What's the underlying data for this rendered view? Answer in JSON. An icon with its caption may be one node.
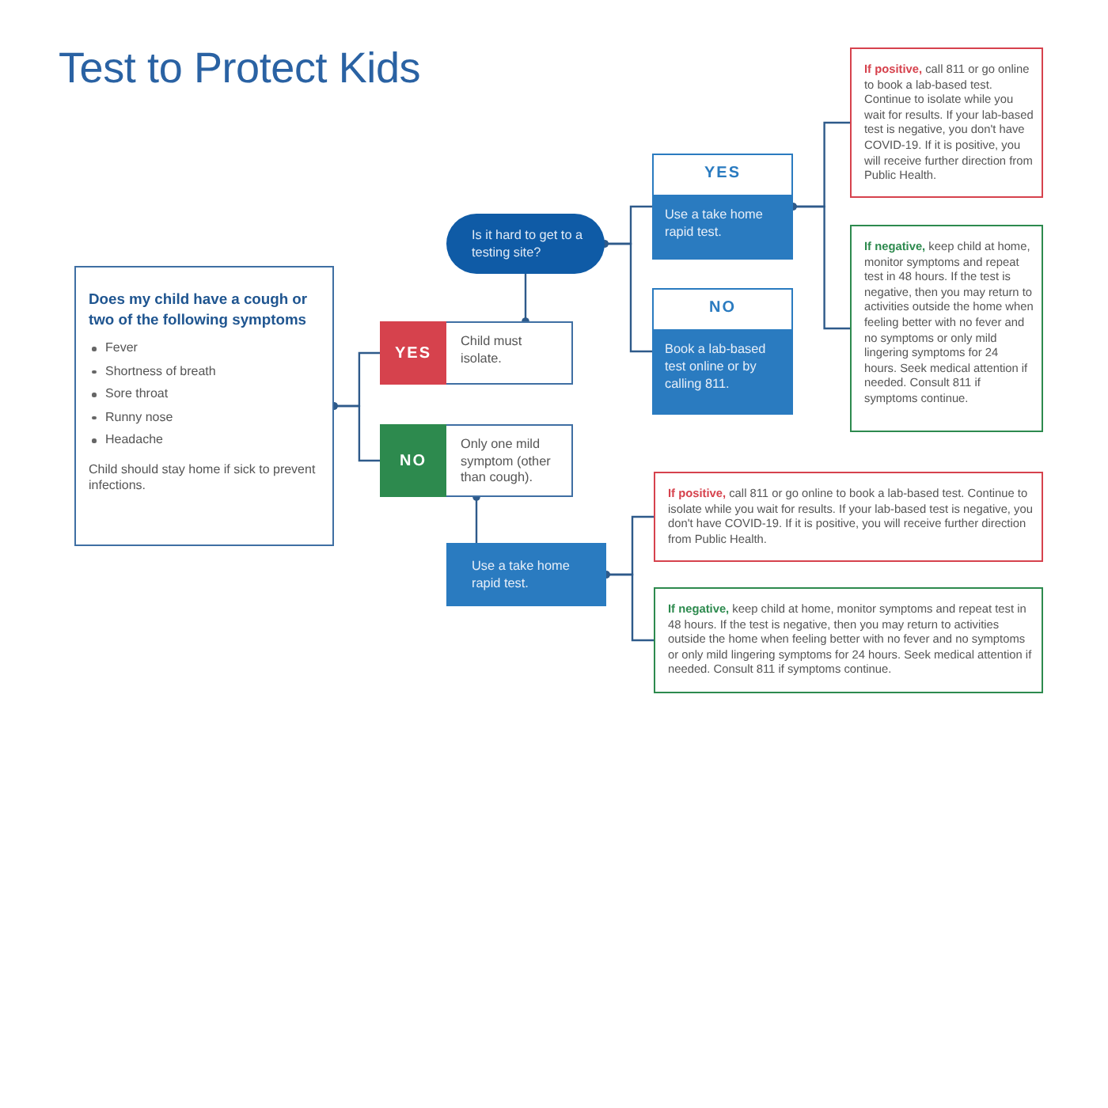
{
  "diagram": {
    "title": "Test to Protect Kids",
    "nodes": [
      {
        "text": [
          "Does my child have a cough or two of the following symptoms",
          "Fever",
          "Shortness of breath",
          "Sore throat",
          "Runny nose",
          "Headache",
          "Child should stay home if sick to prevent infections."
        ]
      },
      {
        "text": [
          "YES",
          "Child must isolate."
        ]
      },
      {
        "text": [
          "NO",
          "Only one mild symptom (other than cough)."
        ]
      },
      {
        "text": [
          "Is it hard to get to a testing site?"
        ]
      },
      {
        "text": [
          "YES",
          "Use a take home rapid test."
        ]
      },
      {
        "text": [
          "NO",
          "Book a lab-based test online or by calling 811."
        ]
      },
      {
        "text": [
          "**If positive,** call 811 or go online to book a lab-based test. Continue to isolate while you wait for results. If your lab-based test is negative, you don't have COVID-19. If it is positive, you will receive further direction from Public Health."
        ]
      },
      {
        "text": [
          "**If negative,** keep child at home, monitor symptoms and repeat test in 48 hours. If the test is negative, then you may return to activities outside the home when feeling better with no fever and no symptoms or only mild lingering symptoms for 24 hours. Seek medical attention if needed. Consult 811 if symptoms continue."
        ]
      },
      {
        "text": [
          "Use a take home rapid test."
        ]
      },
      {
        "text": [
          "**If positive,** call 811 or go online to book a lab-based test. Continue to isolate while you wait for results. If your lab-based test is negative, you don't have COVID-19. If it is positive, you will receive further direction from Public Health."
        ]
      },
      {
        "text": [
          "**If negative,** keep child at home, monitor symptoms and repeat test in 48 hours. If the test is negative, then you may return to activities outside the home when feeling better with no fever and no symptoms or only mild lingering symptoms for 24 hours. Seek medical attention if needed. Consult 811 if symptoms continue."
        ]
      }
    ],
    "edges": [
      {
        "from": 0,
        "to": 1,
        "arrow": "other"
      },
      {
        "from": 0,
        "to": 2,
        "arrow": "other"
      },
      {
        "from": 1,
        "to": 3,
        "arrow": "other"
      },
      {
        "from": 3,
        "to": 4,
        "arrow": "other"
      },
      {
        "from": 3,
        "to": 5,
        "arrow": "other"
      },
      {
        "from": 4,
        "to": 6,
        "arrow": "other"
      },
      {
        "from": 4,
        "to": 7,
        "arrow": "other"
      },
      {
        "from": 2,
        "to": 8,
        "arrow": "other"
      },
      {
        "from": 8,
        "to": 9,
        "arrow": "other"
      },
      {
        "from": 8,
        "to": 10,
        "arrow": "other"
      }
    ]
  }
}
